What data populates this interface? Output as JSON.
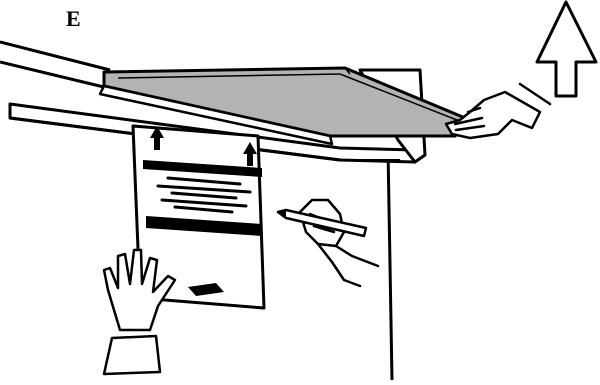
{
  "step": {
    "label": "E"
  },
  "colors": {
    "line": "#000000",
    "cover_fill": "#b3b3b3",
    "background": "#ffffff"
  },
  "icons": {
    "up_arrow": "up-arrow-outline",
    "template_arrows": "up-arrow-solid",
    "hands": "hand-outline"
  }
}
